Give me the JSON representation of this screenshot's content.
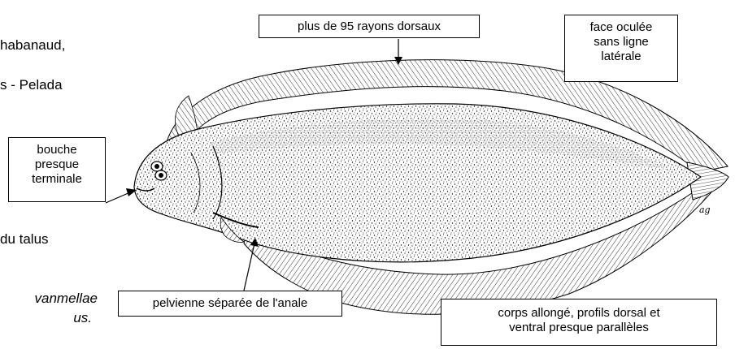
{
  "left_text": {
    "line1": "habanaud,",
    "line2": "s  -  Pelada",
    "line3": "du     talus",
    "line4": "vanmellae",
    "line5": "us."
  },
  "labels": {
    "dorsal_rays": "plus de 95 rayons dorsaux",
    "eyed_side": [
      "face oculée",
      "sans ligne",
      "latérale"
    ],
    "mouth": [
      "bouche",
      "presque",
      "terminale"
    ],
    "pelvic": "pelvienne séparée de l'anale",
    "body_shape": [
      "corps allongé, profils dorsal et",
      "ventral presque parallèles"
    ]
  },
  "signature": "ag",
  "colors": {
    "ink": "#000000",
    "paper": "#ffffff"
  }
}
